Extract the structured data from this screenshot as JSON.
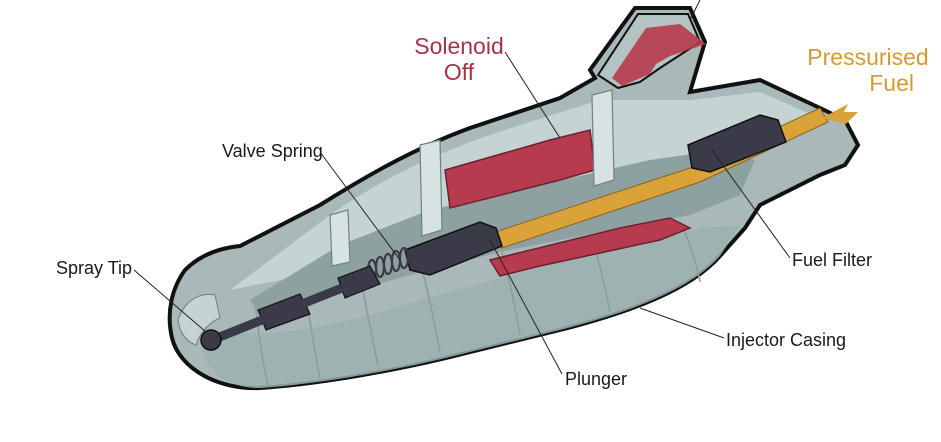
{
  "labels": {
    "solenoid_line1": "Solenoid",
    "solenoid_line2": "Off",
    "pressurised_line1": "Pressurised",
    "pressurised_line2": "Fuel",
    "valve_spring": "Valve Spring",
    "spray_tip": "Spray Tip",
    "fuel_filter": "Fuel Filter",
    "injector_casing": "Injector Casing",
    "plunger": "Plunger"
  },
  "colors": {
    "casing": "#a9b8b8",
    "casing_dark": "#8fa2a2",
    "casing_light": "#c6d3d3",
    "cut_face": "#d7e2e2",
    "solenoid": "#b73b4e",
    "fuel": "#d9a33a",
    "plunger": "#3b3a49",
    "outline": "#111111",
    "solenoid_text": "#a43447",
    "fuel_text": "#d49a2e"
  }
}
